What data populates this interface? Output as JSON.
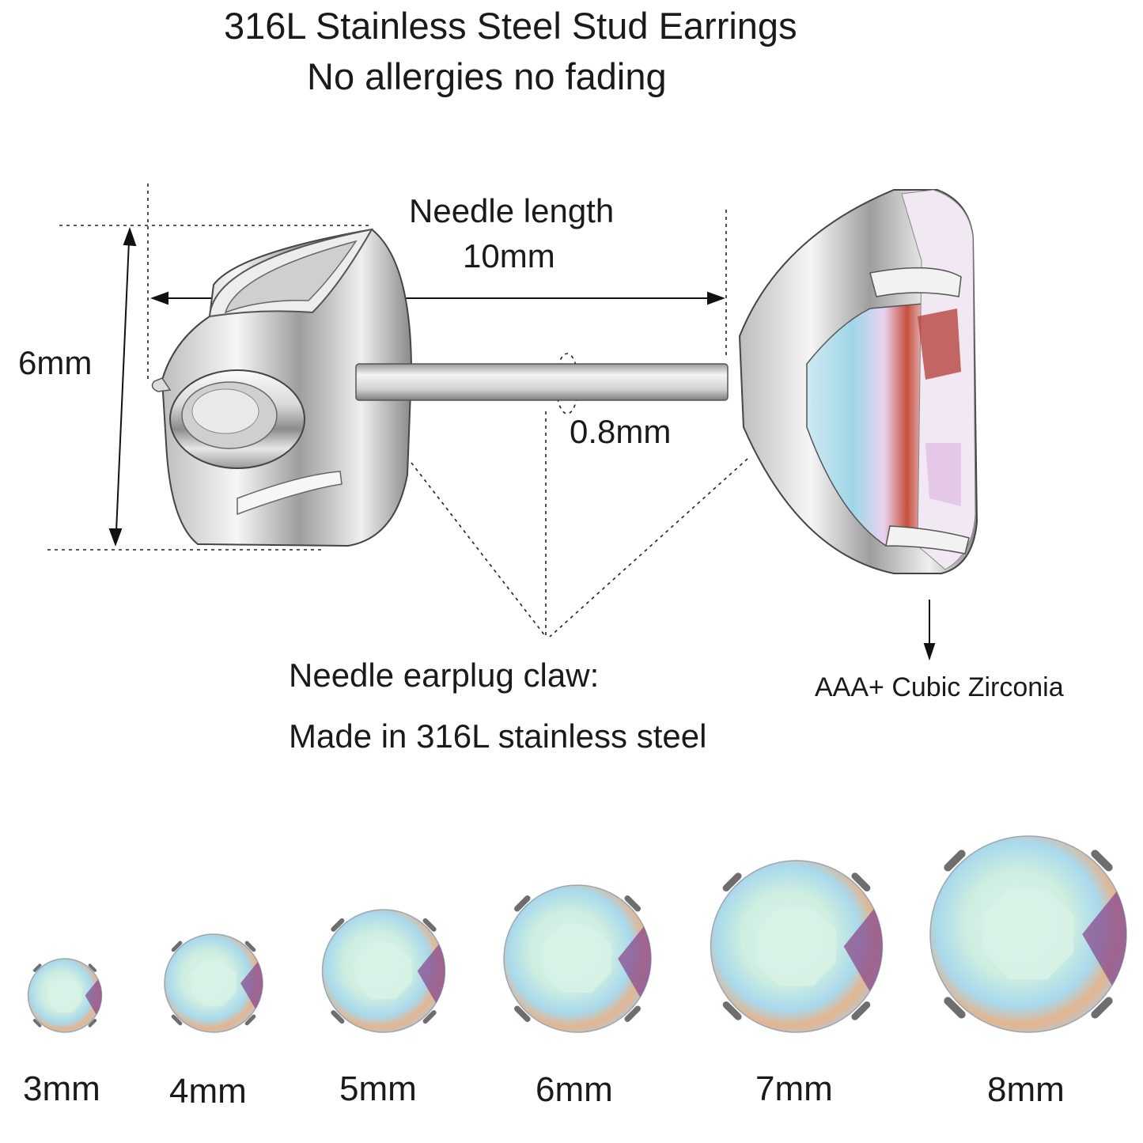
{
  "header": {
    "title": "316L Stainless Steel Stud Earrings",
    "subtitle": "No allergies no fading"
  },
  "dimensions": {
    "needle_length_label": "Needle length",
    "needle_length_value": "10mm",
    "height": "6mm",
    "needle_diameter": "0.8mm"
  },
  "material": {
    "line1": "Needle earplug claw:",
    "line2": "Made in 316L stainless steel"
  },
  "stone": {
    "label": "AAA+ Cubic Zirconia"
  },
  "sizes": [
    {
      "label": "3mm",
      "mm": 3
    },
    {
      "label": "4mm",
      "mm": 4
    },
    {
      "label": "5mm",
      "mm": 5
    },
    {
      "label": "6mm",
      "mm": 6
    },
    {
      "label": "7mm",
      "mm": 7
    },
    {
      "label": "8mm",
      "mm": 8
    }
  ],
  "colors": {
    "steel_light": "#f4f4f4",
    "steel_dark": "#6b6b6b",
    "gem_center": "#d8f3e6",
    "gem_blue": "#a9d9ec",
    "gem_purple": "#8a4a8c",
    "gem_orange": "#e3b58f"
  }
}
